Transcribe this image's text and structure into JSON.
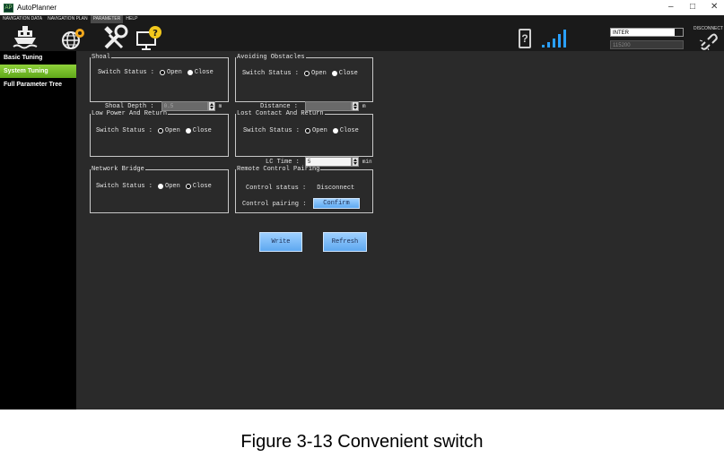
{
  "window": {
    "title": "AutoPlanner",
    "logo_text": "AP",
    "minimize": "‒",
    "maximize": "□",
    "close": "✕"
  },
  "menu": {
    "items": [
      {
        "label": "NAVIGATION DATA"
      },
      {
        "label": "NAVIGATION PLAN"
      },
      {
        "label": "PARAMETER"
      },
      {
        "label": "HELP"
      }
    ]
  },
  "toolbar": {
    "icons": [
      "boat-icon",
      "globe-gear-icon",
      "tools-icon",
      "help-monitor-icon"
    ],
    "status_icons": [
      "battery-unknown-icon",
      "signal-strength-icon"
    ],
    "battery_glyph": "?"
  },
  "connection": {
    "port": "INTER",
    "baud": "115200",
    "disconnect_label": "DISCONNECT",
    "disconnect_icon": "broken-link-icon"
  },
  "sidebar": {
    "items": [
      {
        "label": "Basic Tuning",
        "active": false
      },
      {
        "label": "System Tuning",
        "active": true
      },
      {
        "label": "Full Parameter Tree",
        "active": false
      }
    ]
  },
  "groups": {
    "shoal": {
      "legend": "Shoal",
      "switch_label": "Switch Status :",
      "open": "Open",
      "close": "Close",
      "selected": "Open",
      "depth_label": "Shoal Depth :",
      "depth_value": "0.5",
      "depth_unit": "m"
    },
    "avoiding": {
      "legend": "Avoiding Obstacles",
      "switch_label": "Switch Status :",
      "open": "Open",
      "close": "Close",
      "selected": "Open",
      "distance_label": "Distance :",
      "distance_value": "",
      "distance_unit": "m"
    },
    "low_power": {
      "legend": "Low Power And Return",
      "switch_label": "Switch Status :",
      "open": "Open",
      "close": "Close",
      "selected": "Open"
    },
    "lost_contact": {
      "legend": "Lost Contact And Return",
      "switch_label": "Switch Status :",
      "open": "Open",
      "close": "Close",
      "selected": "Open",
      "lc_label": "LC Time :",
      "lc_value": "5",
      "lc_unit": "min"
    },
    "network_bridge": {
      "legend": "Network Bridge",
      "switch_label": "Switch Status :",
      "open": "Open",
      "close": "Close",
      "selected": "Close"
    },
    "remote_pairing": {
      "legend": "Remote Control Pairing",
      "status_label": "Control status :",
      "status_value": "Disconnect",
      "pairing_label": "Control pairing :",
      "confirm": "Confirm"
    }
  },
  "actions": {
    "write": "Write",
    "refresh": "Refresh"
  },
  "caption": "Figure 3-13 Convenient switch",
  "colors": {
    "accent_green": "#8fd13a",
    "button_blue": "#5ea8f0",
    "signal_blue": "#2aa0ff"
  }
}
